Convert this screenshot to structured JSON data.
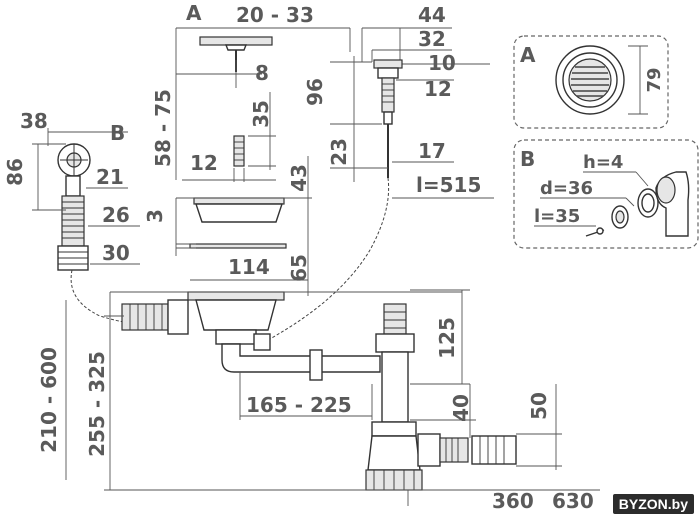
{
  "labels": {
    "A_top": "A",
    "B_left": "B",
    "A_panel": "A",
    "B_panel": "B"
  },
  "dims": {
    "d20_33": "20 - 33",
    "d44": "44",
    "d32": "32",
    "d10": "10",
    "d8": "8",
    "d96": "96",
    "d12a": "12",
    "d58_75": "58 - 75",
    "d35": "35",
    "d23": "23",
    "d17": "17",
    "d38": "38",
    "d86": "86",
    "d21": "21",
    "d26": "26",
    "d30": "30",
    "d12b": "12",
    "d43": "43",
    "d3": "3",
    "d114": "114",
    "d65": "65",
    "dl515": "l=515",
    "d125": "125",
    "d210_600": "210 - 600",
    "d255_325": "255 - 325",
    "d165_225": "165 - 225",
    "d40": "40",
    "d50": "50",
    "d360": "360",
    "d360b": "630",
    "d79": "79",
    "h4": "h=4",
    "d36": "d=36",
    "l35": "l=35"
  },
  "watermark": "BYZON.by"
}
